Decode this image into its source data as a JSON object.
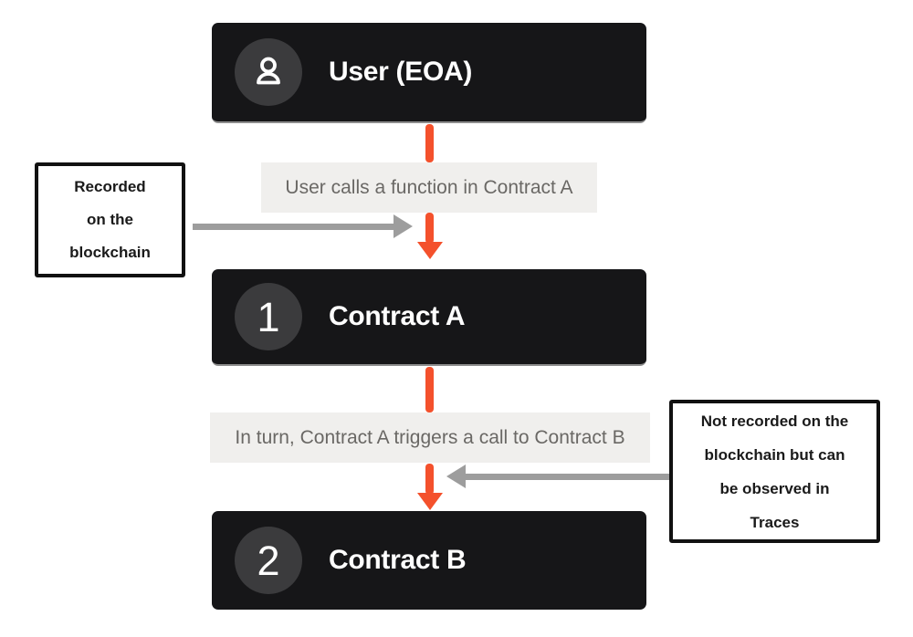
{
  "nodes": [
    {
      "title": "User (EOA)",
      "icon": "person-icon"
    },
    {
      "title": "Contract A",
      "badge": "1"
    },
    {
      "title": "Contract B",
      "badge": "2"
    }
  ],
  "edges": [
    {
      "label": "User calls a function in Contract A"
    },
    {
      "label": "In turn, Contract A triggers a call to Contract B"
    }
  ],
  "callouts": [
    {
      "lines": [
        "Recorded",
        "on the",
        "blockchain"
      ]
    },
    {
      "lines": [
        "Not recorded on the",
        "blockchain but can",
        "be observed in",
        "Traces"
      ]
    }
  ],
  "colors": {
    "node_bg": "#161618",
    "node_text": "#ffffff",
    "badge_bg": "#3b3b3d",
    "flow_arrow": "#f4512c",
    "edge_label_bg": "#f0efed",
    "edge_label_text": "#6a6865",
    "callout_arrow": "#9d9d9d",
    "callout_border": "#111111",
    "callout_text": "#1a1a1a"
  }
}
